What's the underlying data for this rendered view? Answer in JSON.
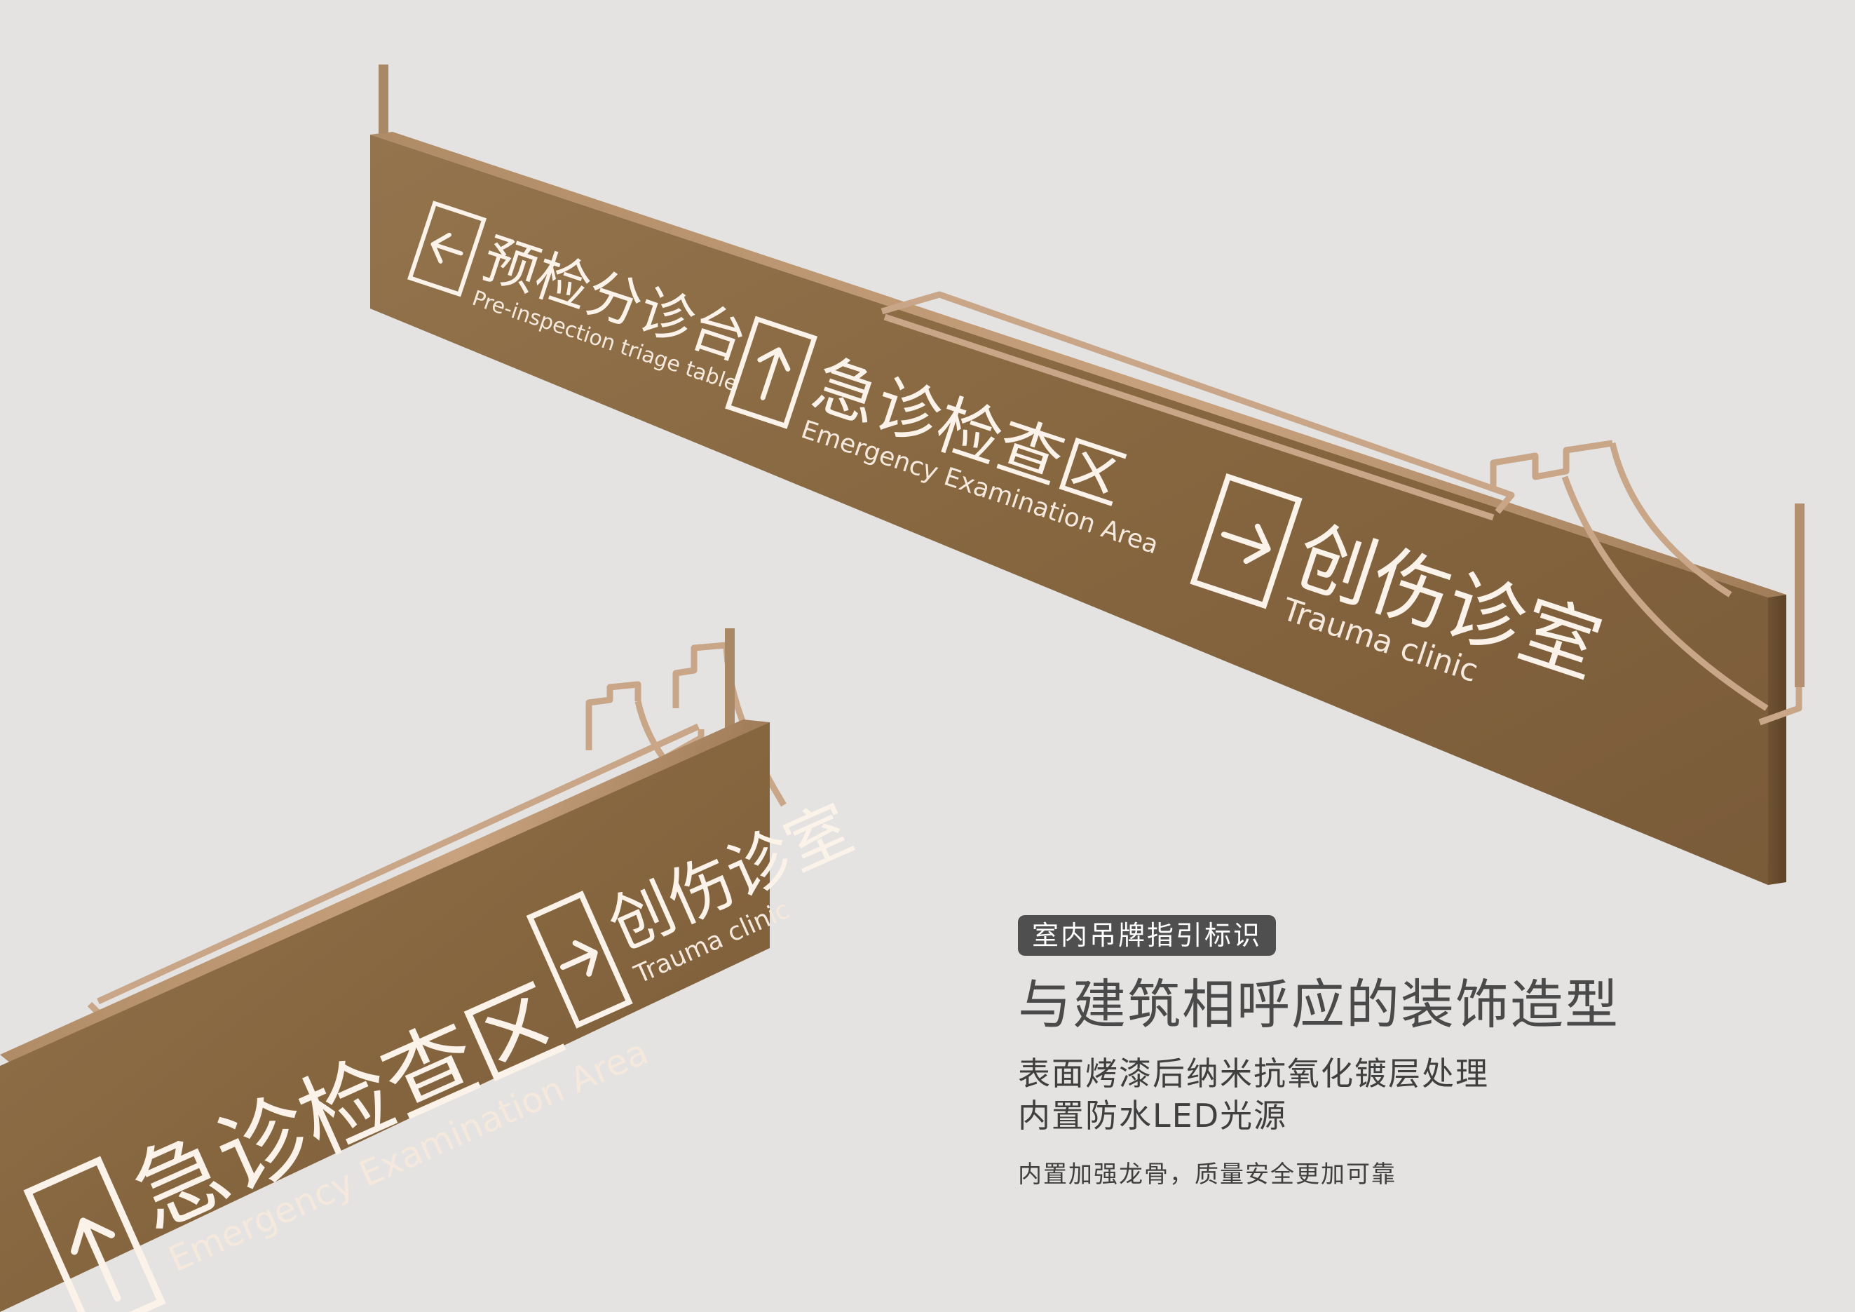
{
  "sign_upper": {
    "items": [
      {
        "arrow": "left-arrow-icon",
        "cn": "预检分诊台",
        "en": "Pre-inspection triage table"
      },
      {
        "arrow": "up-arrow-icon",
        "cn": "急诊检查区",
        "en": "Emergency Examination Area"
      },
      {
        "arrow": "right-arrow-icon",
        "cn": "创伤诊室",
        "en": "Trauma clinic"
      }
    ]
  },
  "sign_lower": {
    "items": [
      {
        "arrow": "right-arrow-icon",
        "cn": "创伤诊室",
        "en": "Trauma clinic"
      },
      {
        "arrow": "up-arrow-icon",
        "cn": "急诊检查区",
        "en": "Emergency Examination Area"
      }
    ]
  },
  "copy": {
    "tag": "室内吊牌指引标识",
    "headline": "与建筑相呼应的装饰造型",
    "line1": "表面烤漆后纳米抗氧化镀层处理",
    "line2": "内置防水LED光源",
    "note": "内置加强龙骨，质量安全更加可靠"
  },
  "colors": {
    "background": "#e4e3e1",
    "sign_face": "#8a6a44",
    "sign_frame": "#c9a688",
    "text_light": "#fbf3ea",
    "tag_bg": "#4f4f4f"
  }
}
